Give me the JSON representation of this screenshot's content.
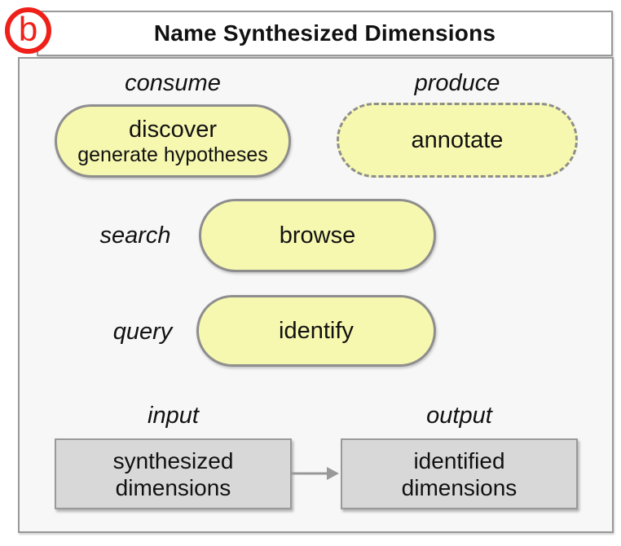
{
  "badge_label": "b",
  "title": "Name Synthesized Dimensions",
  "labels": {
    "consume": "consume",
    "produce": "produce",
    "search": "search",
    "query": "query",
    "input": "input",
    "output": "output"
  },
  "pills": {
    "discover": {
      "label": "discover",
      "sublabel": "generate hypotheses"
    },
    "annotate": {
      "label": "annotate"
    },
    "browse": {
      "label": "browse"
    },
    "identify": {
      "label": "identify"
    }
  },
  "boxes": {
    "input": {
      "line1": "synthesized",
      "line2": "dimensions"
    },
    "output": {
      "line1": "identified",
      "line2": "dimensions"
    }
  },
  "colors": {
    "accent_red": "#ee2019",
    "pill_fill": "#f7f8b0",
    "pill_border": "#8e8e8e",
    "box_fill": "#d8d8d8",
    "border_gray": "#999999",
    "panel_bg": "#f7f7f7",
    "text_color": "#111111"
  }
}
